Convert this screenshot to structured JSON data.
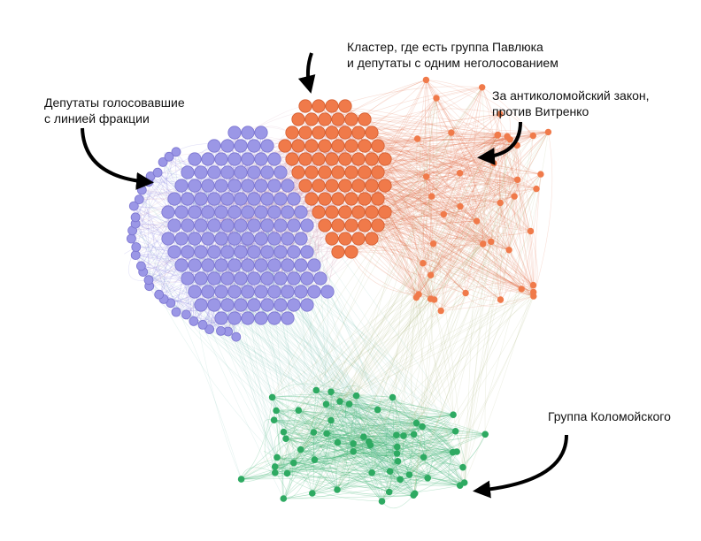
{
  "annotations": {
    "cluster": {
      "line1": "Кластер, где есть группа Павлюка",
      "line2": "и депутаты с одним неголосованием"
    },
    "faction": {
      "line1": "Депутаты голосовавшие",
      "line2": "с линией фракции"
    },
    "anti": {
      "line1": "За антиколомойский закон,",
      "line2": "против Витренко"
    },
    "kolomoisky": {
      "line1": "Группа Коломойского"
    }
  },
  "colors": {
    "purple": "#9b97e6",
    "purple_edge": "#7f79dd",
    "orange": "#f07a4a",
    "orange_edge": "#e0663a",
    "green": "#2eaa62",
    "green_edge": "#3cb371",
    "teal_edge": "#7fc3b5",
    "mauve_edge": "#c07a9a",
    "olive_edge": "#a8b27a"
  },
  "arrow_icons": [
    "arrow-icon"
  ]
}
